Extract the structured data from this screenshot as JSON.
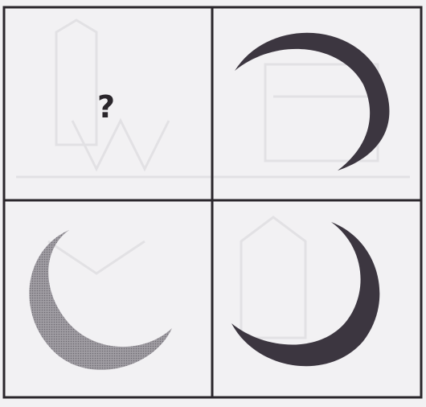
{
  "puzzle": {
    "question_mark": "?",
    "cells": [
      {
        "position": "top-left",
        "content": "question-mark"
      },
      {
        "position": "top-right",
        "content": "crescent",
        "fill": "dark",
        "opening": "bottom-left"
      },
      {
        "position": "bottom-left",
        "content": "crescent",
        "fill": "gray",
        "opening": "top-right"
      },
      {
        "position": "bottom-right",
        "content": "crescent",
        "fill": "dark",
        "opening": "top-left"
      }
    ]
  },
  "colors": {
    "background": "#f2f1f3",
    "grid_line": "#2a262b",
    "dark_crescent": "#3c3640",
    "gray_crescent": "#8e8b90",
    "faint_bleed": "#e4e3e6"
  }
}
